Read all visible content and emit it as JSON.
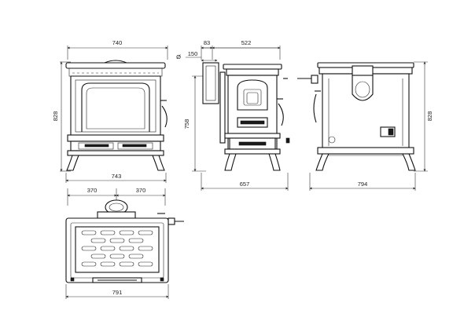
{
  "drawing": {
    "front_view": {
      "top_width": "740",
      "height": "828",
      "base_width": "743"
    },
    "side_view": {
      "flue_offset": "83",
      "depth_top": "522",
      "flue_diameter_symbol": "Ø",
      "flue_diameter": "150",
      "flue_height": "758",
      "depth_total": "657"
    },
    "back_view": {
      "height": "828",
      "width": "794"
    },
    "top_view": {
      "half_left": "370",
      "half_right": "370",
      "width": "791"
    }
  }
}
